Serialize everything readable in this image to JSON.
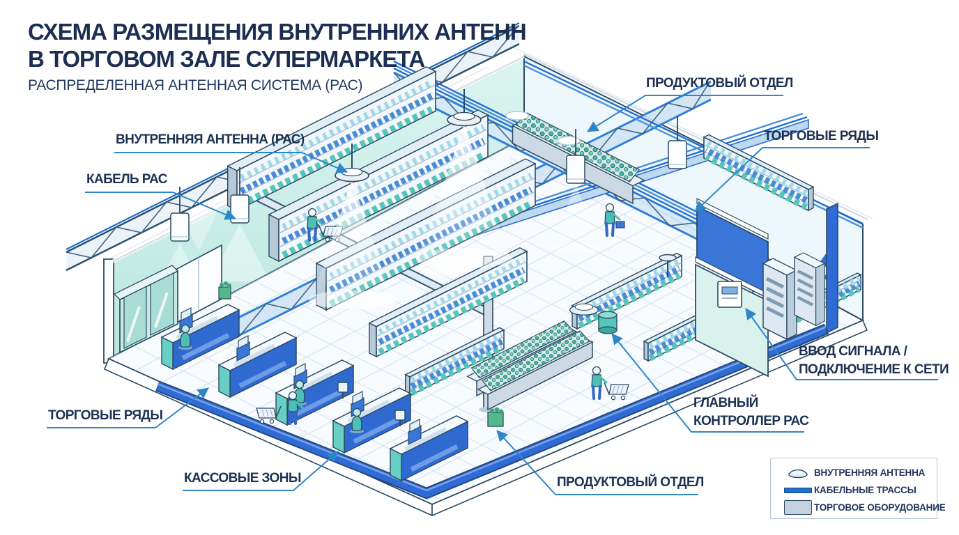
{
  "title": {
    "line1": "СХЕМА РАЗМЕЩЕНИЯ ВНУТРЕННИХ АНТЕНН",
    "line2": "В ТОРГОВОМ ЗАЛЕ СУПЕРМАРКЕТА",
    "subtitle": "РАСПРЕДЕЛЕННАЯ АНТЕННАЯ СИСТЕМА  (РАС)"
  },
  "callouts": {
    "indoor_antenna": "ВНУТРЕННЯЯ АНТЕННА (РАС)",
    "das_cable": "КАБЕЛЬ РАС",
    "produce_dept_top": "ПРОДУКТОВЫЙ ОТДЕЛ",
    "retail_aisles_right": "ТОРГОВЫЕ РЯДЫ",
    "signal_entry_line1": "ВВОД СИГНАЛА /",
    "signal_entry_line2": "ПОДКЛЮЧЕНИЕ К СЕТИ",
    "main_controller_line1": "ГЛАВНЫЙ",
    "main_controller_line2": "КОНТРОЛЛЕР РАС",
    "retail_aisles_left": "ТОРГОВЫЕ РЯДЫ",
    "checkout_zones": "КАССОВЫЕ ЗОНЫ",
    "produce_dept_bottom": "ПРОДУКТОВЫЙ ОТДЕЛ"
  },
  "legend": {
    "items": [
      {
        "icon": "indoor-antenna-icon",
        "label": "ВНУТРЕННЯЯ АНТЕННА"
      },
      {
        "icon": "cable-route-icon",
        "label": "КАБЕЛЬНЫЕ ТРАССЫ"
      },
      {
        "icon": "retail-equipment-icon",
        "label": "ТОРГОВОЕ ОБОРУДОВАНИЕ"
      }
    ]
  },
  "colors": {
    "title_navy": "#1c2e52",
    "label_navy": "#1d3252",
    "leader_blue": "#2e86c8",
    "cable_blue": "#1f6fd0",
    "walkway_blue": "#2f6bd4",
    "wall_mint": "#cdeee8",
    "accent_teal": "#53c3b8",
    "equipment_gray": "#c3d2de",
    "outline_slate": "#2b4a63"
  }
}
